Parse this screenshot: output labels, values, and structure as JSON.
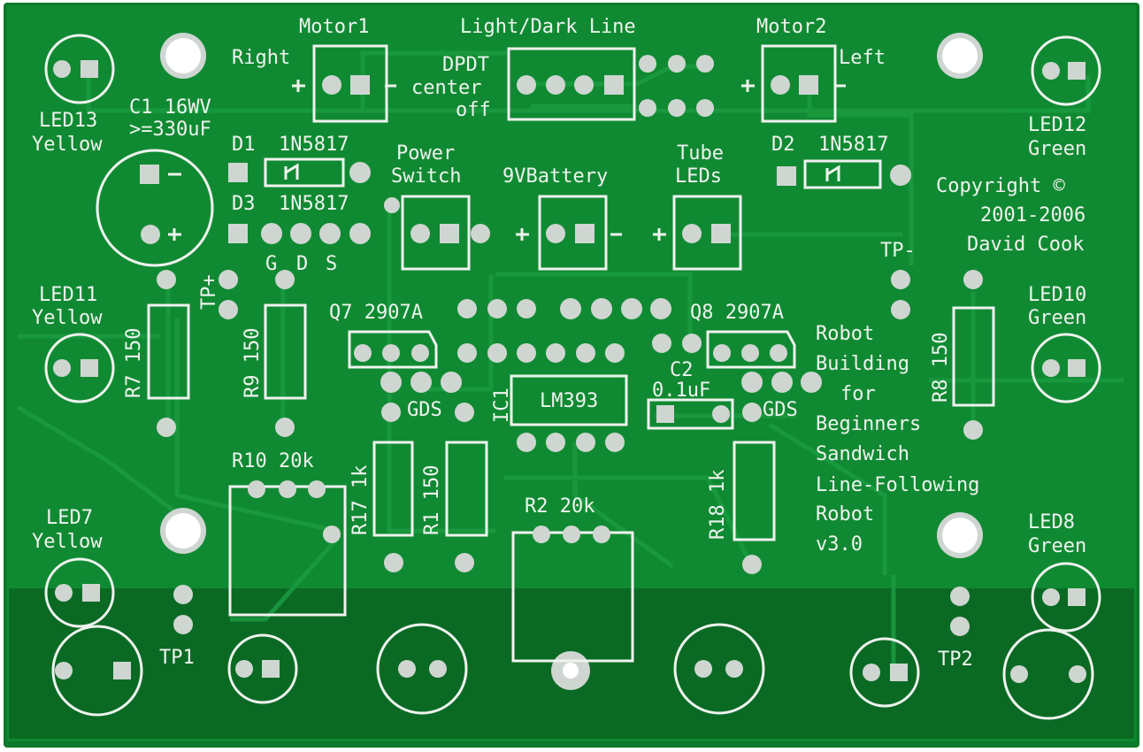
{
  "pcb": {
    "colors": {
      "board_edge": "#0b7a2a",
      "board": "#108a32",
      "trace": "#1a9a40",
      "bottom_strip": "#0a6a24",
      "silkscreen": "#eef3ee",
      "pad": "#cfd6d1",
      "hole": "#ffffff"
    },
    "labels": {
      "motor1": "Motor1",
      "right": "Right",
      "light_dark_line": "Light/Dark Line",
      "dpdt": "DPDT",
      "center": "center",
      "off": "off",
      "motor2": "Motor2",
      "left": "Left",
      "led13": "LED13",
      "led13_color": "Yellow",
      "c1": "C1 16WV",
      "c1_value": ">=330uF",
      "led12": "LED12",
      "led12_color": "Green",
      "d1": "D1",
      "d1_part": "1N5817",
      "d3": "D3",
      "d3_part": "1N5817",
      "power": "Power",
      "switch": "Switch",
      "battery": "9VBattery",
      "tube": "Tube",
      "leds": "LEDs",
      "d2": "D2",
      "d2_part": "1N5817",
      "copyright": "Copyright ©",
      "years": "2001-2006",
      "author": "David Cook",
      "tp_minus": "TP-",
      "g": "G",
      "d": "D",
      "s": "S",
      "led11": "LED11",
      "led11_color": "Yellow",
      "tp_plus": "TP+",
      "q7": "Q7 2907A",
      "q8": "Q8 2907A",
      "led10": "LED10",
      "led10_color": "Green",
      "r7": "R7 150",
      "r9": "R9 150",
      "r8": "R8 150",
      "robot": "Robot",
      "building": "Building",
      "for_word": "for",
      "beginners": "Beginners",
      "sandwich": "Sandwich",
      "line_following": "Line-Following",
      "robot2": "Robot",
      "version": "v3.0",
      "ic1": "IC1",
      "lm393": "LM393",
      "c2": "C2",
      "c2_value": "0.1uF",
      "gds_left": "GDS",
      "gds_right": "GDS",
      "r10": "R10 20k",
      "r17": "R17 1k",
      "r1": "R1 150",
      "r18": "R18 1k",
      "r2": "R2 20k",
      "led7": "LED7",
      "led7_color": "Yellow",
      "led8": "LED8",
      "led8_color": "Green",
      "tp1": "TP1",
      "tp2": "TP2"
    }
  }
}
